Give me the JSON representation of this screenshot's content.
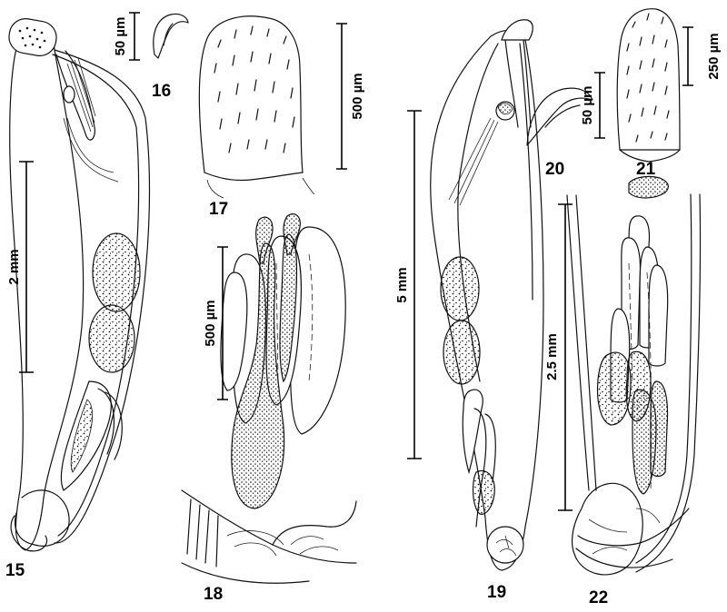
{
  "figures": {
    "fig15": {
      "number": "15",
      "scale": "2 mm"
    },
    "fig16": {
      "number": "16",
      "scale": "50 µm"
    },
    "fig17": {
      "number": "17",
      "scale": "500 µm"
    },
    "fig18": {
      "number": "18",
      "scale": "500 µm"
    },
    "fig19": {
      "number": "19",
      "scale": "5 mm"
    },
    "fig20": {
      "number": "20",
      "scale": "50 µm"
    },
    "fig21": {
      "number": "21",
      "scale": "250 µm"
    },
    "fig22": {
      "number": "22",
      "scale": "2.5 mm"
    }
  },
  "style": {
    "ink": "#111111",
    "background": "#ffffff"
  }
}
